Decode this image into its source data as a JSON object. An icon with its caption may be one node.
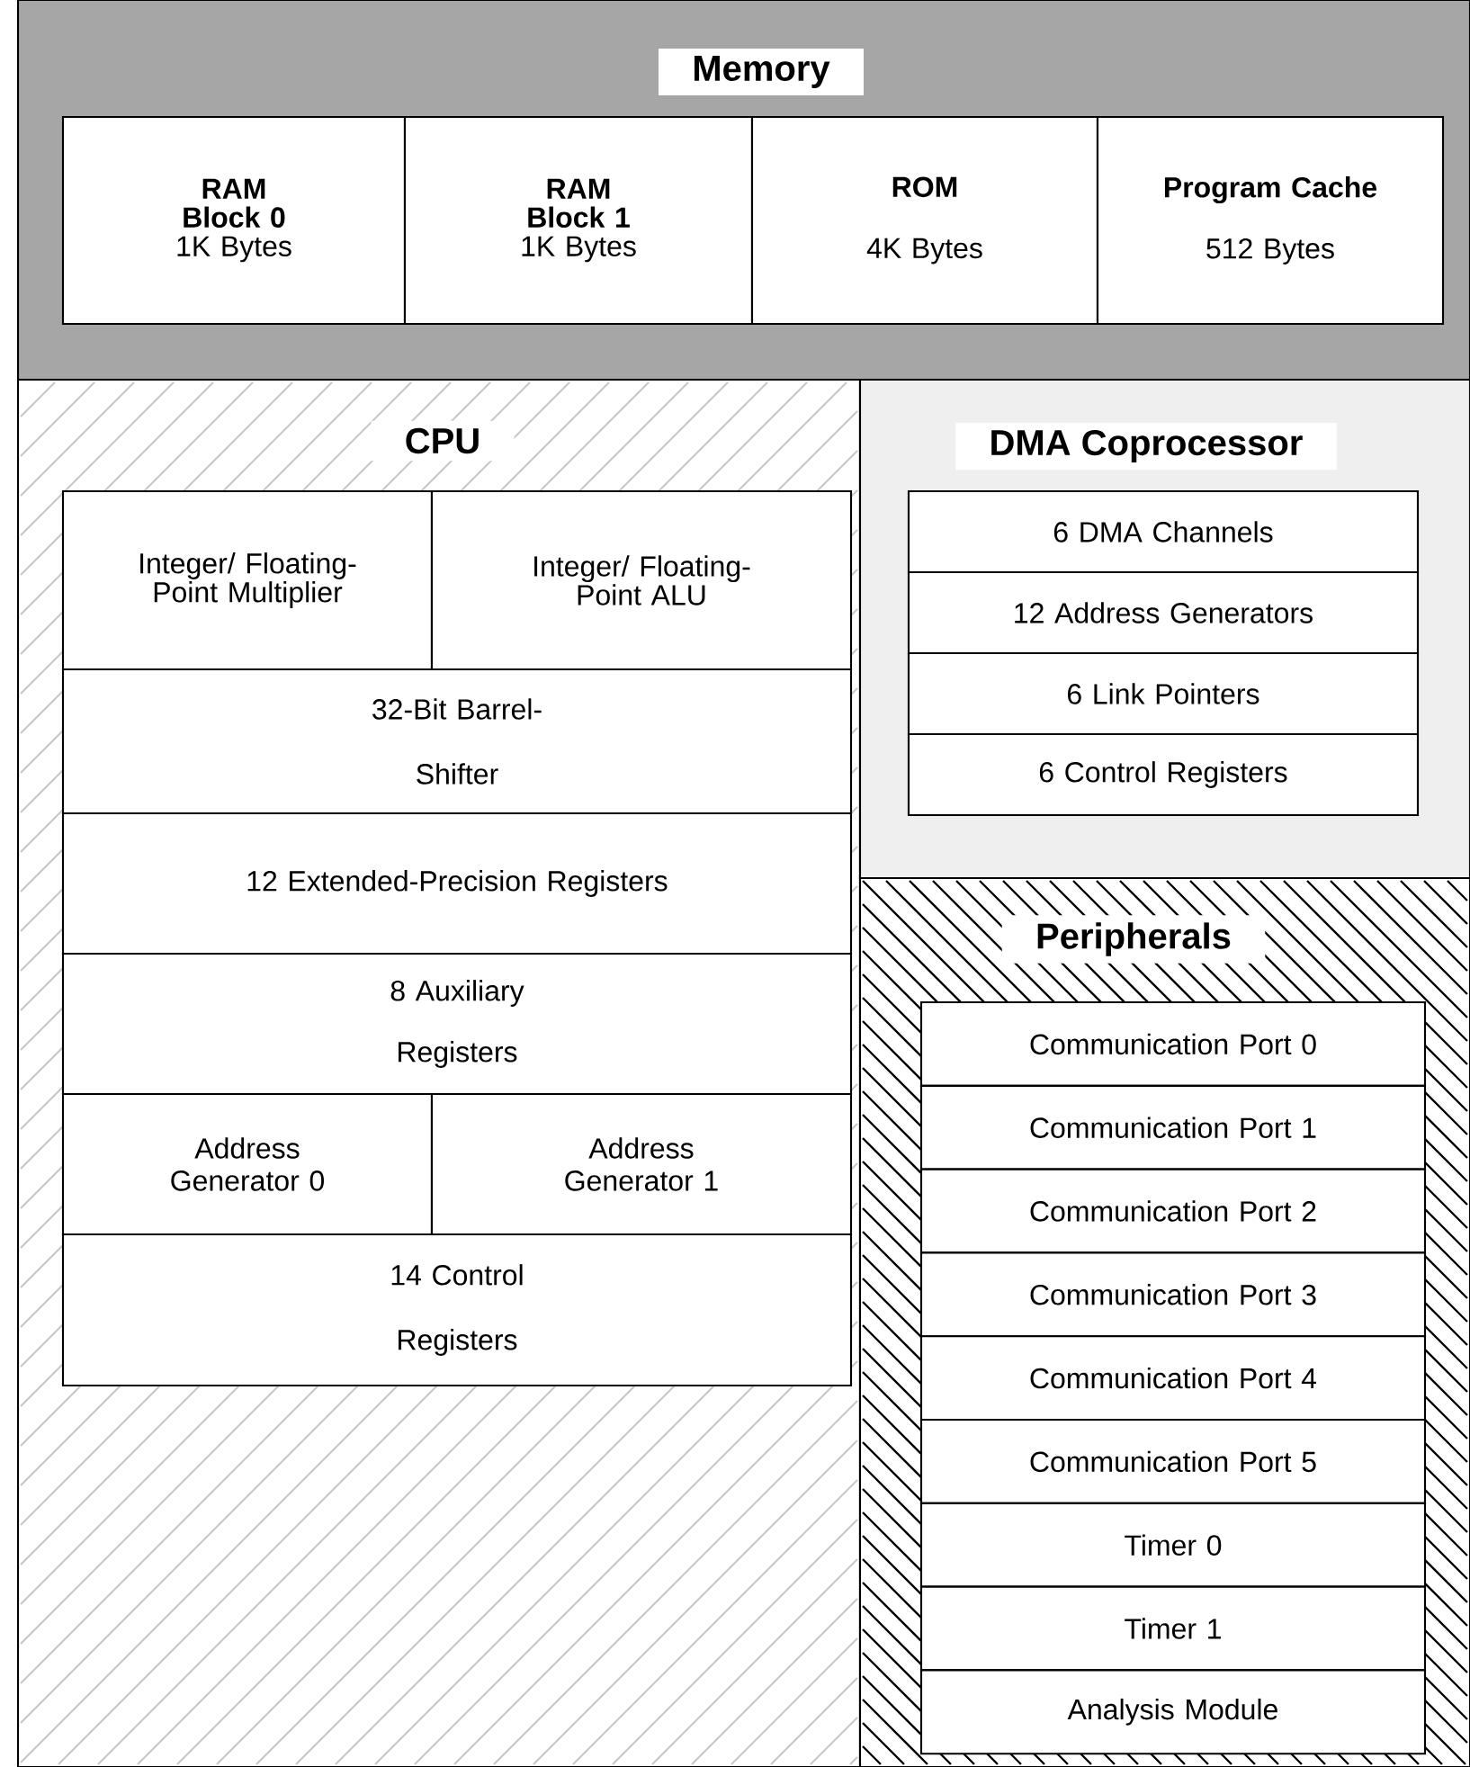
{
  "diagram": {
    "nodes": [
      {
        "text": [
          "Memory"
        ]
      },
      {
        "text": [
          "RAM Block 0",
          "1K Bytes"
        ],
        "in": 0
      },
      {
        "text": [
          "RAM Block 1",
          "1K Bytes"
        ],
        "in": 0
      },
      {
        "text": [
          "ROM",
          "4K Bytes"
        ],
        "in": 0
      },
      {
        "text": [
          "Program Cache",
          "512 Bytes"
        ],
        "in": 0
      },
      {
        "text": [
          "CPU"
        ]
      },
      {
        "text": [
          "Integer/ Floating-Point Multiplier"
        ],
        "in": 5
      },
      {
        "text": [
          "Integer/ Floating-Point ALU"
        ],
        "in": 5
      },
      {
        "text": [
          "32-Bit Barrel-Shifter"
        ],
        "in": 5
      },
      {
        "text": [
          "12 Extended-Precision Registers"
        ],
        "in": 5
      },
      {
        "text": [
          "8 Auxiliary Registers"
        ],
        "in": 5
      },
      {
        "text": [
          "Address Generator 0"
        ],
        "in": 5
      },
      {
        "text": [
          "Address Generator 1"
        ],
        "in": 5
      },
      {
        "text": [
          "14 Control Registers"
        ],
        "in": 5
      },
      {
        "text": [
          "DMA Coprocessor"
        ]
      },
      {
        "text": [
          "6 DMA Channels"
        ],
        "in": 14
      },
      {
        "text": [
          "12 Address Generators"
        ],
        "in": 14
      },
      {
        "text": [
          "6 Link Pointers"
        ],
        "in": 14
      },
      {
        "text": [
          "6 Control Registers"
        ],
        "in": 14
      },
      {
        "text": [
          "Peripherals"
        ]
      },
      {
        "text": [
          "Communication Port 0"
        ],
        "in": 19
      },
      {
        "text": [
          "Communication Port 1"
        ],
        "in": 19
      },
      {
        "text": [
          "Communication Port 2"
        ],
        "in": 19
      },
      {
        "text": [
          "Communication Port 3"
        ],
        "in": 19
      },
      {
        "text": [
          "Communication Port 4"
        ],
        "in": 19
      },
      {
        "text": [
          "Communication Port 5"
        ],
        "in": 19
      },
      {
        "text": [
          "Timer 0"
        ],
        "in": 19
      },
      {
        "text": [
          "Timer 1"
        ],
        "in": 19
      },
      {
        "text": [
          "Analysis Module"
        ],
        "in": 19
      }
    ]
  }
}
